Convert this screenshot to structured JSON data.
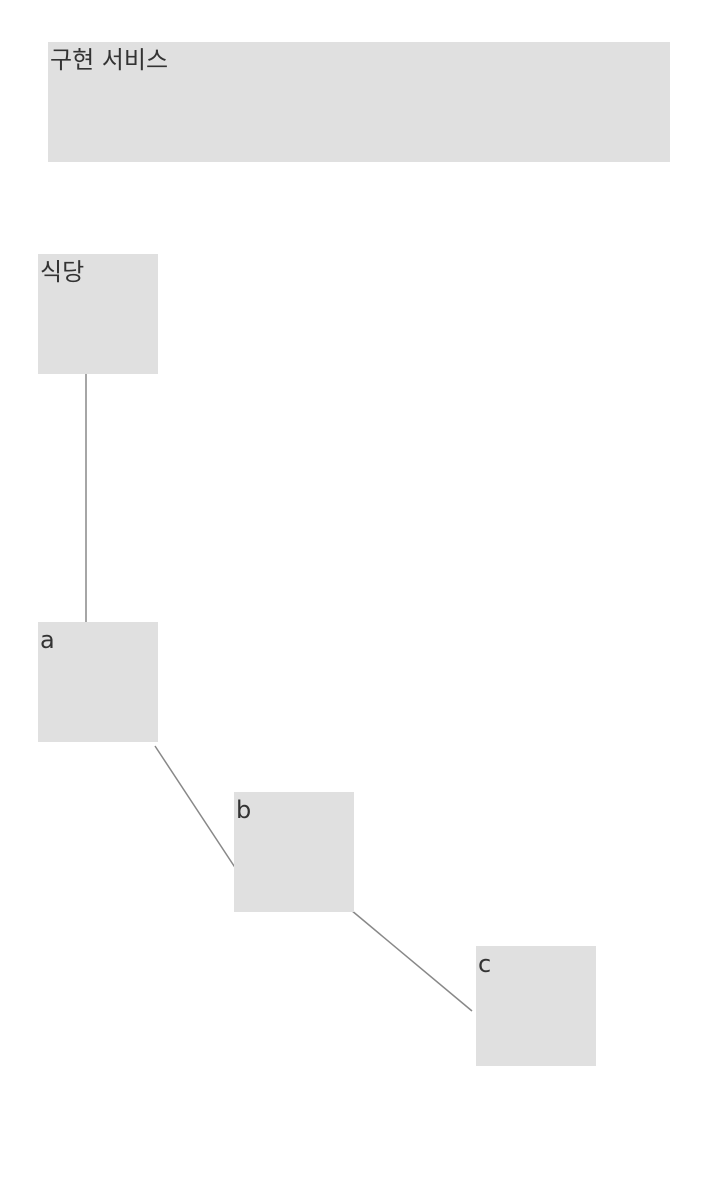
{
  "header": {
    "title": "구현 서비스"
  },
  "nodes": {
    "restaurant": {
      "label": "식당"
    },
    "a": {
      "label": "a"
    },
    "b": {
      "label": "b"
    },
    "c": {
      "label": "c"
    }
  },
  "edges": [
    {
      "from": "식당",
      "to": "a"
    },
    {
      "from": "a",
      "to": "b"
    },
    {
      "from": "b",
      "to": "c"
    }
  ],
  "colors": {
    "box_fill": "#e0e0e0",
    "line": "#888888",
    "text": "#333333"
  }
}
